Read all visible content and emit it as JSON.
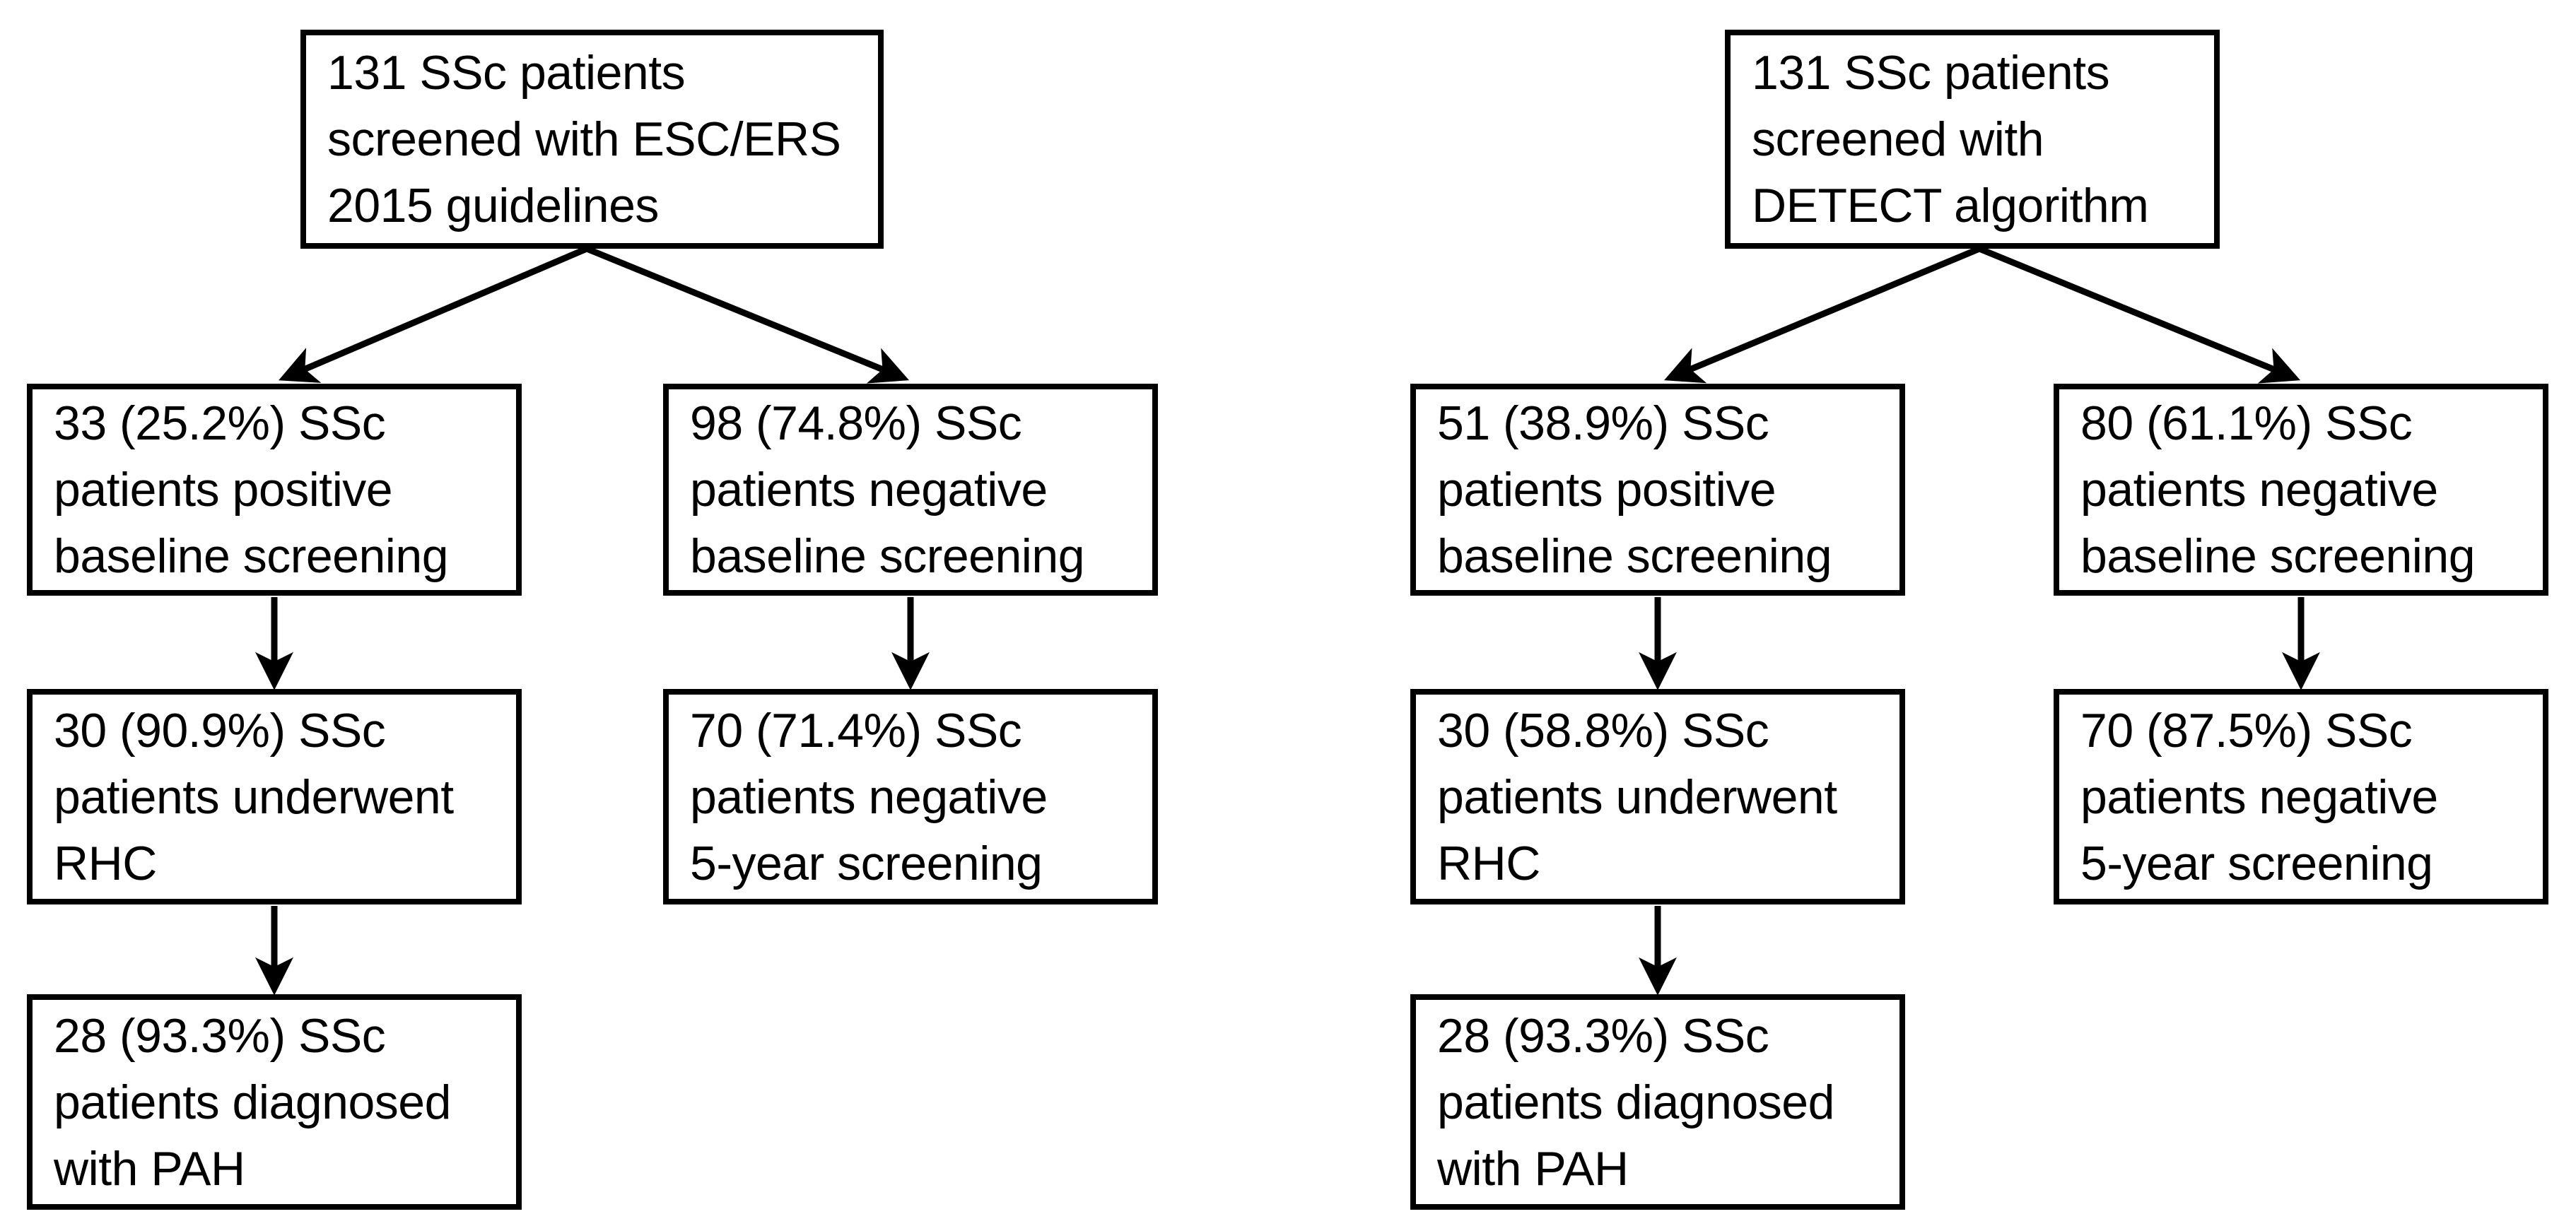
{
  "flowcharts": {
    "esc": {
      "root": [
        "131 SSc patients",
        "screened with ESC/ERS",
        "2015 guidelines"
      ],
      "positive": [
        "33 (25.2%) SSc",
        "patients positive",
        "baseline screening"
      ],
      "negative": [
        "98 (74.8%) SSc",
        "patients negative",
        "baseline screening"
      ],
      "rhc": [
        "30 (90.9%) SSc",
        "patients underwent",
        "RHC"
      ],
      "five_year": [
        "70 (71.4%) SSc",
        "patients negative",
        "5-year screening"
      ],
      "pah": [
        "28 (93.3%) SSc",
        "patients diagnosed",
        "with PAH"
      ],
      "edges": [
        [
          "root",
          "positive"
        ],
        [
          "root",
          "negative"
        ],
        [
          "positive",
          "rhc"
        ],
        [
          "negative",
          "five_year"
        ],
        [
          "rhc",
          "pah"
        ]
      ]
    },
    "detect": {
      "root": [
        "131 SSc patients",
        "screened with",
        "DETECT algorithm"
      ],
      "positive": [
        "51 (38.9%) SSc",
        "patients positive",
        "baseline screening"
      ],
      "negative": [
        "80 (61.1%) SSc",
        "patients negative",
        "baseline screening"
      ],
      "rhc": [
        "30 (58.8%) SSc",
        "patients underwent",
        "RHC"
      ],
      "five_year": [
        "70 (87.5%) SSc",
        "patients negative",
        "5-year screening"
      ],
      "pah": [
        "28 (93.3%) SSc",
        "patients diagnosed",
        "with PAH"
      ],
      "edges": [
        [
          "root",
          "positive"
        ],
        [
          "root",
          "negative"
        ],
        [
          "positive",
          "rhc"
        ],
        [
          "negative",
          "five_year"
        ],
        [
          "rhc",
          "pah"
        ]
      ]
    }
  },
  "colors": {
    "background": "#ffffff",
    "box_border": "#000000",
    "text": "#000000",
    "arrow": "#000000"
  }
}
